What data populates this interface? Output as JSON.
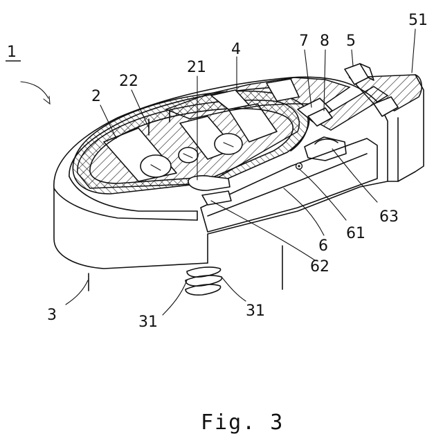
{
  "figure": {
    "caption": "Fig. 3",
    "labels": {
      "l1": "1",
      "l2": "2",
      "l22": "22",
      "l21": "21",
      "l4": "4",
      "l7": "7",
      "l8": "8",
      "l5": "5",
      "l51": "51",
      "l63": "63",
      "l61": "61",
      "l6": "6",
      "l62": "62",
      "l3": "3",
      "l31a": "31",
      "l31b": "31"
    }
  }
}
